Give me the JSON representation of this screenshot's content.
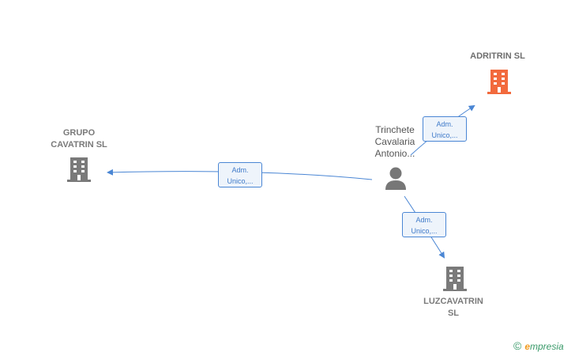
{
  "nodes": {
    "adritrin": {
      "label": "ADRITRIN  SL",
      "color": "#f26a3d"
    },
    "grupo_cavatrin": {
      "label": "GRUPO\nCAVATRIN  SL",
      "color": "#7a7a7a"
    },
    "luzcavatrin": {
      "label": "LUZCAVATRIN\nSL",
      "color": "#7a7a7a"
    },
    "person": {
      "label": "Trinchete\nCavalaria\nAntonio..."
    }
  },
  "edges": [
    {
      "label": "Adm.\nUnico,..."
    },
    {
      "label": "Adm.\nUnico,..."
    },
    {
      "label": "Adm.\nUnico,..."
    }
  ],
  "edge_color": "#4a86d4",
  "brand": {
    "copyright": "©",
    "initial": "e",
    "name": "mpresia"
  }
}
